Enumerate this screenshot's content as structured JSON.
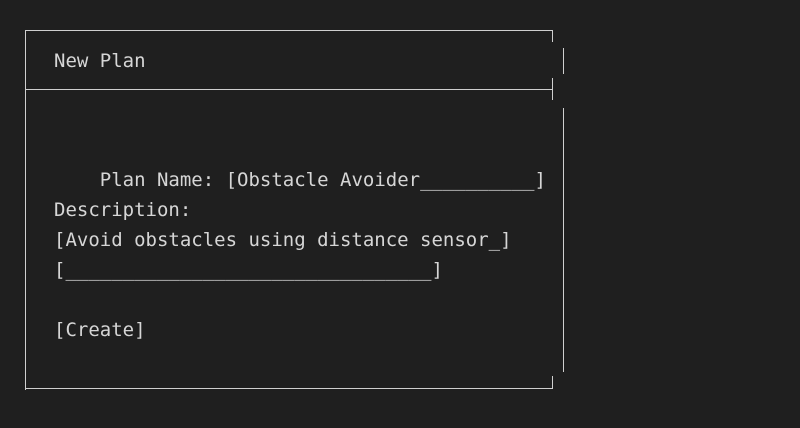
{
  "dialog": {
    "title": "New Plan"
  },
  "form": {
    "plan_name_label": "Plan Name: ",
    "plan_name_value": "[Obstacle Avoider__________]",
    "description_label": "Description:",
    "description_line_1": "[Avoid obstacles using distance sensor_]",
    "description_line_2": "[________________________________]"
  },
  "actions": {
    "create_label": "[Create]"
  }
}
